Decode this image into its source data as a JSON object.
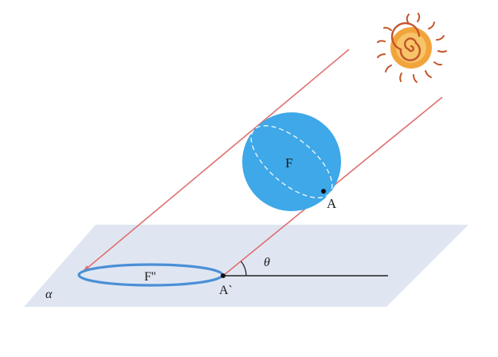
{
  "labels": {
    "sphere": "F",
    "point_on_sphere": "A",
    "shadow": "F''",
    "shadow_point": "A`",
    "angle": "θ",
    "plane": "α"
  },
  "colors": {
    "sphere_fill": "#3ea8e8",
    "sphere_outline": "#e8f4fb",
    "shadow_ellipse": "#4a8fd6",
    "plane_fill": "#dfe6f2",
    "sun_rays": "#e07070",
    "sun_core": "#f2a43c",
    "sun_spiral": "#c4542a"
  },
  "icons": {
    "sun": "sun-icon"
  }
}
